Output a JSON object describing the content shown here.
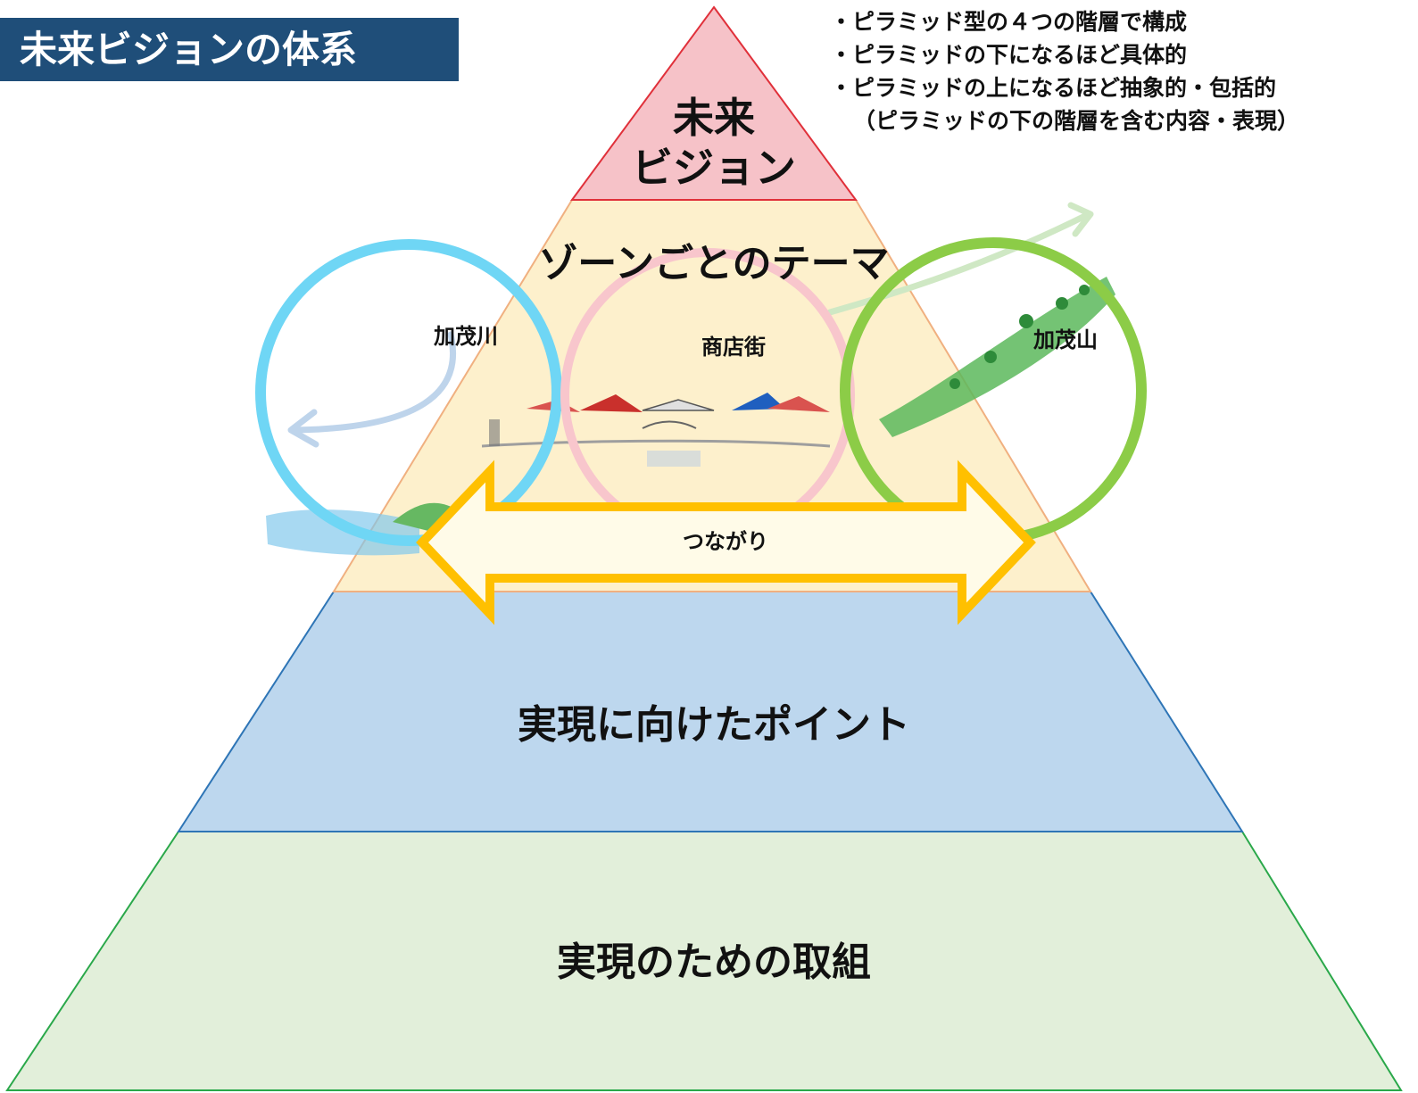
{
  "title": "未来ビジョンの体系",
  "notes": [
    "・ピラミッド型の４つの階層で構成",
    "・ピラミッドの下になるほど具体的",
    "・ピラミッドの上になるほど抽象的・包括的",
    "（ピラミッドの下の階層を含む内容・表現）"
  ],
  "pyramid": {
    "levels": [
      {
        "lines": [
          "未来",
          "ビジョン"
        ],
        "fill": "#f6c2c8",
        "stroke": "#e0303a"
      },
      {
        "lines": [
          "ゾーンごとのテーマ"
        ],
        "fill": "#fdf0cc",
        "stroke": "#f0b080"
      },
      {
        "lines": [
          "実現に向けたポイント"
        ],
        "fill": "#bdd7ee",
        "stroke": "#2e75b6"
      },
      {
        "lines": [
          "実現のための取組"
        ],
        "fill": "#e2efda",
        "stroke": "#2aa84a"
      }
    ]
  },
  "zones": [
    {
      "label": "加茂川",
      "color": "#6fd6f5",
      "icon": "river-icon"
    },
    {
      "label": "商店街",
      "color": "#f8c6cc",
      "icon": "shops-icon"
    },
    {
      "label": "加茂山",
      "color": "#8ccc47",
      "icon": "mountain-icon"
    }
  ],
  "connection": {
    "label": "つながり",
    "color": "#ffc000"
  }
}
